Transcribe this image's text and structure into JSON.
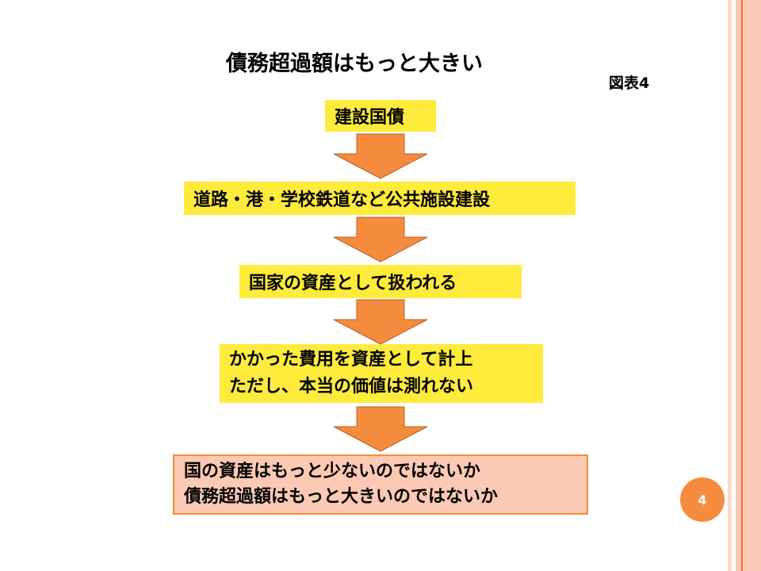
{
  "title": "債務超過額はもっと大きい",
  "figure_label": "図表4",
  "steps": [
    "建設国債",
    "道路・港・学校鉄道など公共施設建設",
    "国家の資産として扱われる",
    [
      "かかった費用を資産として計上",
      "ただし、本当の価値は測れない"
    ]
  ],
  "conclusion": [
    "国の資産はもっと少ないのではないか",
    "債務超過額はもっと大きいのではないか"
  ],
  "page_number": "4",
  "colors": {
    "box": "#ffeb3b",
    "arrow": "#f58b3c",
    "conclusion_bg": "#fcc9b4",
    "conclusion_border": "#f58b3c",
    "stripe": "#fcc9b4"
  }
}
